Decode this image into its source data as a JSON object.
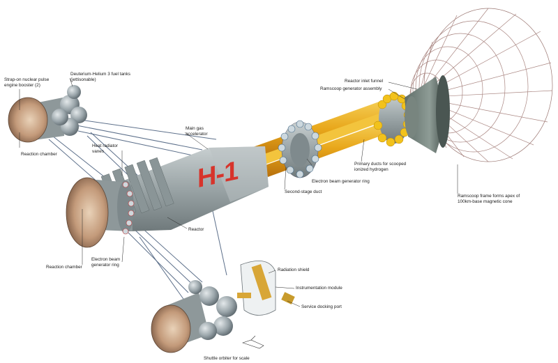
{
  "diagram": {
    "ship_marking": "H-1",
    "colors": {
      "hull": "#9ea7a8",
      "duct": "#e8a61a",
      "marking": "#d7342b",
      "background": "#ffffff",
      "cone": "#b08a85",
      "nozzle": "#c39a7a"
    },
    "labels": [
      {
        "id": "strap-on-booster",
        "lines": [
          "Strap-on nuclear pulse",
          "engine booster (2)"
        ]
      },
      {
        "id": "fuel-tanks",
        "lines": [
          "Deuterium-Helium 3 fuel tanks",
          "(jettisonable)"
        ]
      },
      {
        "id": "reaction-chamber-top",
        "lines": [
          "Reaction chamber"
        ]
      },
      {
        "id": "main-gas-accelerator",
        "lines": [
          "Main gas",
          "accelerator"
        ]
      },
      {
        "id": "heat-radiator-vanes",
        "lines": [
          "Heat radiator",
          "vanes"
        ]
      },
      {
        "id": "reactor-inlet-funnel",
        "lines": [
          "Reactor inlet funnel"
        ]
      },
      {
        "id": "ramscoop-generator",
        "lines": [
          "Ramscoop generator assembly"
        ]
      },
      {
        "id": "primary-ducts",
        "lines": [
          "Primary ducts for scooped",
          "ionized hydrogen"
        ]
      },
      {
        "id": "electron-beam-ring-top",
        "lines": [
          "Electron beam generator ring"
        ]
      },
      {
        "id": "second-stage-duct",
        "lines": [
          "Second-stage duct"
        ]
      },
      {
        "id": "ramscoop-frame",
        "lines": [
          "Ramscoop frame forms apex of",
          "100km-base magnetic cone"
        ]
      },
      {
        "id": "reactor",
        "lines": [
          "Reactor"
        ]
      },
      {
        "id": "reaction-chamber-left",
        "lines": [
          "Reaction chamber"
        ]
      },
      {
        "id": "electron-beam-ring-left",
        "lines": [
          "Electron beam",
          "generator ring"
        ]
      },
      {
        "id": "radiation-shield",
        "lines": [
          "Radiation shield"
        ]
      },
      {
        "id": "instrumentation-module",
        "lines": [
          "Instrumentation module"
        ]
      },
      {
        "id": "service-docking-port",
        "lines": [
          "Service docking port"
        ]
      },
      {
        "id": "shuttle-orbiter",
        "lines": [
          "Shuttle orbiter for scale"
        ]
      }
    ]
  }
}
